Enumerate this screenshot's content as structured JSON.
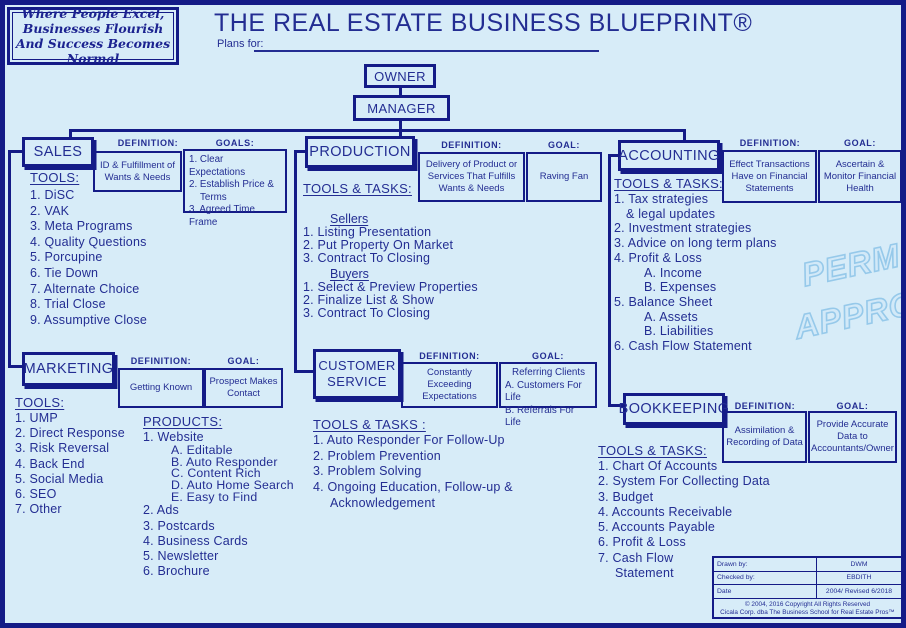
{
  "colors": {
    "background": "#d7ecf8",
    "ink": "#232d92",
    "line": "#141b87",
    "watermark_outline": "#96c9ea"
  },
  "header": {
    "motto": "Where People Excel, Businesses Flourish And Success Becomes Normal",
    "title": "THE REAL ESTATE BUSINESS BLUEPRINT®",
    "plans_for_label": "Plans for:"
  },
  "org_chart": {
    "owner": "OWNER",
    "manager": "MANAGER"
  },
  "sections": {
    "sales": {
      "name": "SALES",
      "definition_label": "DEFINITION:",
      "definition": "ID & Fulfillment of Wants & Needs",
      "goals_label": "GOALS:",
      "goals": [
        {
          "t": "1. Clear Expectations"
        },
        {
          "t": "2. Establish Price &"
        },
        {
          "t": "Terms",
          "c": "cont"
        },
        {
          "t": "3. Agreed Time Frame"
        }
      ],
      "tools_header": "TOOLS:",
      "tools": [
        "1. DiSC",
        "2. VAK",
        "3. Meta Programs",
        "4. Quality Questions",
        "5. Porcupine",
        "6. Tie Down",
        "7. Alternate Choice",
        "8. Trial Close",
        "9. Assumptive Close"
      ]
    },
    "marketing": {
      "name": "MARKETING",
      "definition_label": "DEFINITION:",
      "definition": "Getting Known",
      "goal_label": "GOAL:",
      "goal": "Prospect Makes Contact",
      "tools_header": "TOOLS:",
      "tools": [
        "1. UMP",
        "2. Direct Response",
        "3. Risk Reversal",
        "4. Back End",
        "5. Social Media",
        "6. SEO",
        "7. Other"
      ],
      "products_header": "PRODUCTS:",
      "products": [
        {
          "t": "1. Website"
        },
        {
          "t": "A. Editable",
          "c": "sub"
        },
        {
          "t": "B. Auto Responder",
          "c": "sub"
        },
        {
          "t": "C. Content Rich",
          "c": "sub"
        },
        {
          "t": "D. Auto Home Search",
          "c": "sub"
        },
        {
          "t": "E. Easy to Find",
          "c": "sub"
        },
        {
          "t": "2. Ads"
        },
        {
          "t": "3. Postcards"
        },
        {
          "t": "4. Business Cards"
        },
        {
          "t": "5. Newsletter"
        },
        {
          "t": "6. Brochure"
        }
      ]
    },
    "production": {
      "name": "PRODUCTION",
      "definition_label": "DEFINITION:",
      "definition": "Delivery of Product or Services That Fulfills Wants & Needs",
      "goal_label": "GOAL:",
      "goal": "Raving Fan",
      "tools_header": "TOOLS & TASKS:",
      "sellers_header": "Sellers",
      "sellers": [
        "1. Listing Presentation",
        "2. Put Property On Market",
        "3. Contract To Closing"
      ],
      "buyers_header": "Buyers",
      "buyers": [
        "1. Select & Preview Properties",
        "2. Finalize List & Show",
        "3. Contract To Closing"
      ]
    },
    "customer_service": {
      "name": "CUSTOMER SERVICE",
      "definition_label": "DEFINITION:",
      "definition": "Constantly Exceeding Expectations",
      "goal_label": "GOAL:",
      "goal_lines": [
        {
          "t": "Referring Clients",
          "c": "ctr"
        },
        {
          "t": "A. Customers For Life"
        },
        {
          "t": "B. Referrals For Life"
        }
      ],
      "tools_header": "TOOLS & TASKS :",
      "tools": [
        {
          "t": "1. Auto Responder For Follow-Up"
        },
        {
          "t": "2. Problem Prevention"
        },
        {
          "t": "3. Problem Solving"
        },
        {
          "t": "4. Ongoing Education, Follow-up &"
        },
        {
          "t": "Acknowledgement",
          "c": "cont"
        }
      ]
    },
    "accounting": {
      "name": "ACCOUNTING",
      "definition_label": "DEFINITION:",
      "definition": "Effect Transactions Have on Financial Statements",
      "goal_label": "GOAL:",
      "goal": "Ascertain & Monitor Financial Health",
      "tools_header": "TOOLS & TASKS:",
      "tools": [
        {
          "t": "1. Tax strategies"
        },
        {
          "t": "& legal updates",
          "c": "cont"
        },
        {
          "t": "2. Investment strategies"
        },
        {
          "t": "3. Advice on long term plans"
        },
        {
          "t": "4. Profit & Loss"
        },
        {
          "t": "A. Income",
          "c": "sub2"
        },
        {
          "t": "B. Expenses",
          "c": "sub2"
        },
        {
          "t": "5. Balance Sheet"
        },
        {
          "t": "A. Assets",
          "c": "sub2"
        },
        {
          "t": "B. Liabilities",
          "c": "sub2"
        },
        {
          "t": "6. Cash Flow Statement"
        }
      ]
    },
    "bookkeeping": {
      "name": "BOOKKEEPING",
      "definition_label": "DEFINITION:",
      "definition": "Assimilation & Recording of Data",
      "goal_label": "GOAL:",
      "goal": "Provide Accurate Data to Accountants/Owner",
      "tools_header": "TOOLS & TASKS:",
      "tools": [
        {
          "t": "1. Chart Of Accounts"
        },
        {
          "t": "2. System For Collecting Data"
        },
        {
          "t": "3. Budget"
        },
        {
          "t": "4. Accounts Receivable"
        },
        {
          "t": "5. Accounts Payable"
        },
        {
          "t": "6. Profit & Loss"
        },
        {
          "t": "7. Cash Flow"
        },
        {
          "t": "Statement",
          "c": "cont"
        }
      ]
    }
  },
  "watermark": {
    "line1": "PERMIT",
    "line2": "APPROVED"
  },
  "title_block": {
    "rows": [
      {
        "label": "Drawn by:",
        "value": "DWM"
      },
      {
        "label": "Checked by:",
        "value": "EBDITH"
      },
      {
        "label": "Date",
        "value": "2004/ Revised  6/2018"
      }
    ],
    "copyright_line1": "© 2004, 2016 Copyright All Rights Reserved",
    "copyright_line2": "Cicala Corp. dba The Business School for Real Estate Pros™"
  }
}
